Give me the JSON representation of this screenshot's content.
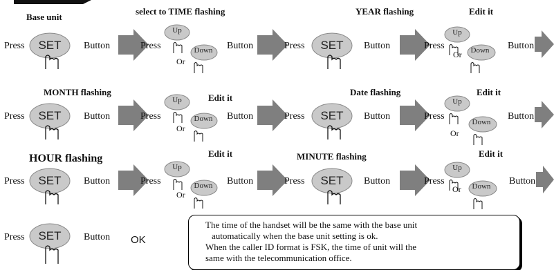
{
  "labels": {
    "press": "Press",
    "button": "Button",
    "set": "SET",
    "up": "Up",
    "down": "Down",
    "or": "Or",
    "ok": "OK"
  },
  "titles": {
    "row1_base_unit": "Base unit",
    "row1_select_time": "select to TIME flashing",
    "row1_year": "YEAR flashing",
    "row1_edit": "Edit it",
    "row2_month": "MONTH flashing",
    "row2_edit1": "Edit it",
    "row2_date": "Date flashing",
    "row2_edit2": "Edit it",
    "row3_hour": "HOUR flashing",
    "row3_edit1": "Edit it",
    "row3_minute": "MINUTE flashing",
    "row3_edit2": "Edit it"
  },
  "note": {
    "line1": "The time of the handset will be the same with the base unit",
    "line2": "automatically when the base unit setting is ok.",
    "line3": "When the caller ID format is FSK, the time of unit will the",
    "line4": "same with the telecommunication office."
  },
  "colors": {
    "button_fill": "#c9c9c9",
    "arrow_fill": "#7f7f7f"
  }
}
